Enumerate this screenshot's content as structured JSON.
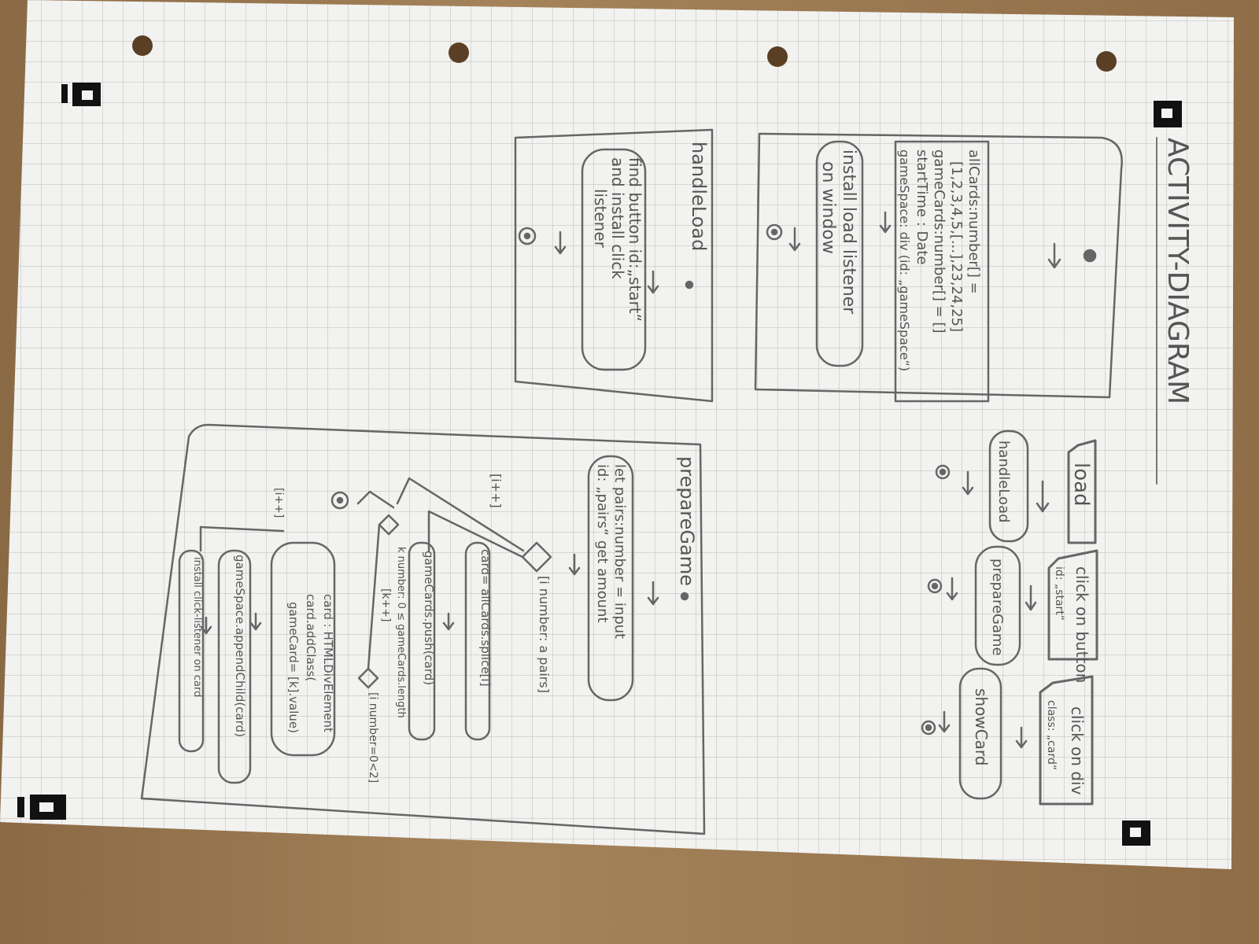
{
  "title": "ACTIVITY-DIAGRAM",
  "events": [
    {
      "trigger": "load",
      "action": "handleLoad"
    },
    {
      "trigger": "click on button",
      "trigger_detail": "id: „start“",
      "action": "prepareGame"
    },
    {
      "trigger": "click on div",
      "trigger_detail": "class: „card“",
      "action": "showCard"
    }
  ],
  "globals": {
    "lines": [
      "allCards:number[] =",
      "[1,2,3,4,5,[...],23,24,25]",
      "gameCards:number[] = []",
      "startTime : Date",
      "gameSpace: div (id: „gameSpace“)"
    ],
    "install": [
      "install load listener",
      "on window"
    ]
  },
  "handle_load": {
    "name": "handleLoad",
    "action": [
      "find button id:„start“",
      "and install click",
      "listener"
    ]
  },
  "prepare_game": {
    "name": "prepareGame",
    "let_pairs": [
      "let pairs:number = input",
      "id: „pairs“ get amount"
    ],
    "guard_pairs": "[i number: a pairs]",
    "inc1": "[i++]",
    "card_splice": "card= allCards.splice[i]",
    "push": "gameCards.push(card)",
    "inc2": "[k++]",
    "loop_k_cond": "k number: 0 ≤ gameCards.length",
    "guard_end": "[i number=0<2]",
    "inc3": "[i++]",
    "create_card": [
      "card : HTMLDivElement",
      "card.addClass(",
      "gameCard= [k].value)"
    ],
    "append": "gameSpace.appendChild(card)",
    "install_click": "install click-listener on card"
  }
}
